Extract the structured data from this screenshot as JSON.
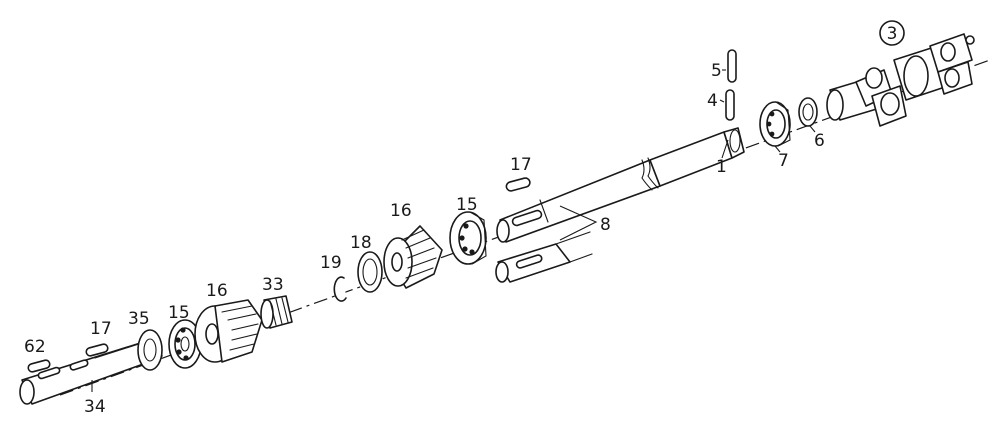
{
  "diagram": {
    "labels": {
      "group": "3",
      "p5": "5",
      "p4": "4",
      "p7": "7",
      "p6": "6",
      "p1": "1",
      "p17_top": "17",
      "p15_top": "15",
      "p16_top": "16",
      "p8": "8",
      "p18": "18",
      "p19": "19",
      "p33": "33",
      "p16_bottom": "16",
      "p15_bottom": "15",
      "p35": "35",
      "p17_bottom": "17",
      "p62": "62",
      "p34": "34"
    }
  }
}
